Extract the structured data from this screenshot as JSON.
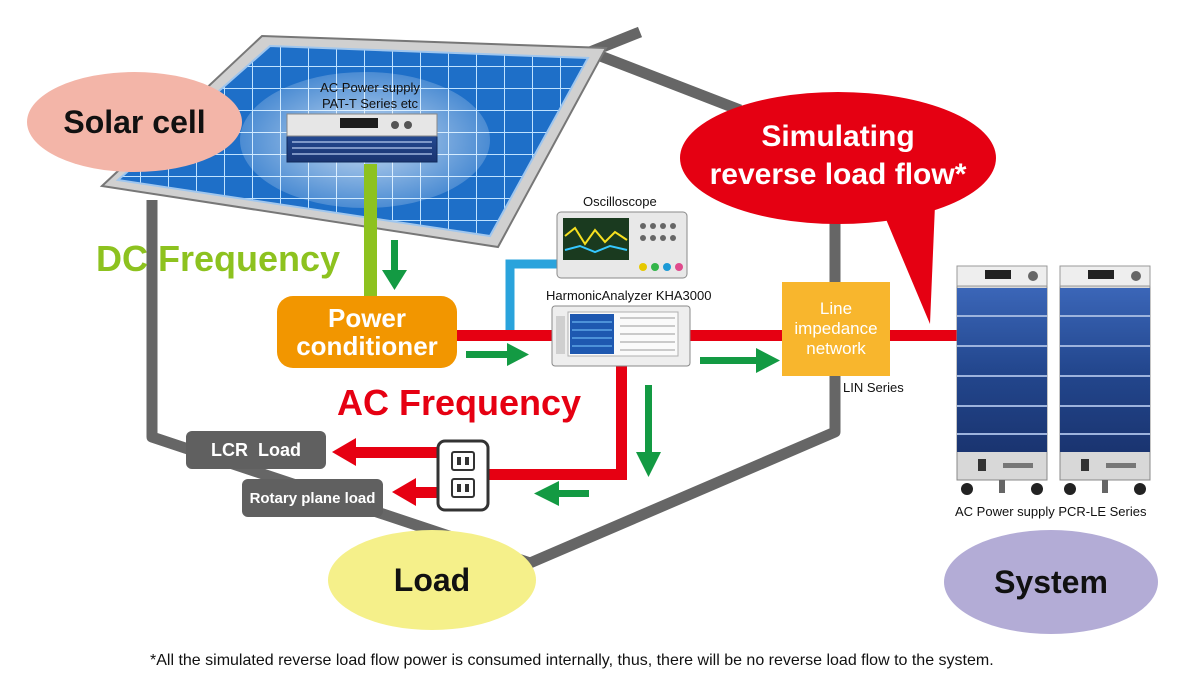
{
  "labels": {
    "solar_cell": "Solar cell",
    "ac_supply_top_line1": "AC Power supply",
    "ac_supply_top_line2": "PAT-T Series etc",
    "dc_frequency": "DC Frequency",
    "power_conditioner_line1": "Power",
    "power_conditioner_line2": "conditioner",
    "oscilloscope": "Oscilloscope",
    "harmonic_analyzer": "HarmonicAnalyzer KHA3000",
    "line_impedance_line1": "Line",
    "line_impedance_line2": "impedance",
    "line_impedance_line3": "network",
    "lin_series": "LIN Series",
    "ac_frequency": "AC Frequency",
    "lcr_load": "LCR  Load",
    "rotary_plane_load": "Rotary plane load",
    "simulating_line1": "Simulating",
    "simulating_line2": "reverse load flow*",
    "pcr_le_caption": "AC Power supply PCR-LE Series",
    "load": "Load",
    "system": "System",
    "footnote": "*All the simulated reverse load flow power is consumed internally, thus, there will be no reverse load flow to the system."
  },
  "colors": {
    "house_outline": "#666666",
    "ac_line": "#e60012",
    "dc_line": "#8dc21f",
    "flow_arrow": "#139a43",
    "signal_line": "#2aa3dc",
    "power_conditioner": "#f29600",
    "line_impedance": "#f8b62d",
    "solar_ellipse": "#f3b5a8",
    "load_ellipse": "#f5f08a",
    "system_ellipse": "#b3acd6",
    "callout": "#e50012",
    "grey_box": "#5f5f5f"
  },
  "icons": {
    "solar_panel": "solar-panel-icon",
    "pat_supply": "power-supply-icon",
    "oscilloscope": "oscilloscope-icon",
    "analyzer": "harmonic-analyzer-icon",
    "outlet": "power-outlet-icon",
    "pcr_cabinet": "power-cabinet-icon"
  }
}
